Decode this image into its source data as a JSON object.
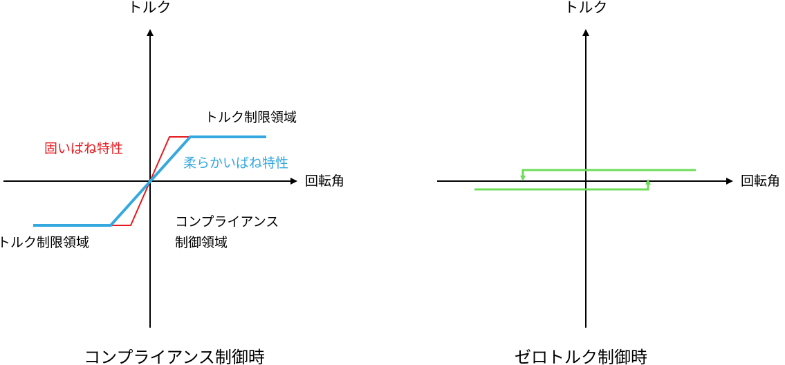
{
  "colors": {
    "axis": "#000000",
    "stiff_spring": "#e8171b",
    "soft_spring": "#34a8df",
    "zero_torque": "#6edc5a"
  },
  "left_diagram": {
    "y_axis_label": "トルク",
    "x_axis_label": "回転角",
    "torque_limit_upper": "トルク制限領域",
    "torque_limit_lower": "トルク制限領域",
    "stiff_spring_label": "固いばね特性",
    "soft_spring_label": "柔らかいばね特性",
    "compliance_region_line1": "コンプライアンス",
    "compliance_region_line2": "制御領域",
    "caption": "コンプライアンス制御時"
  },
  "right_diagram": {
    "y_axis_label": "トルク",
    "x_axis_label": "回転角",
    "caption": "ゼロトルク制御時"
  }
}
